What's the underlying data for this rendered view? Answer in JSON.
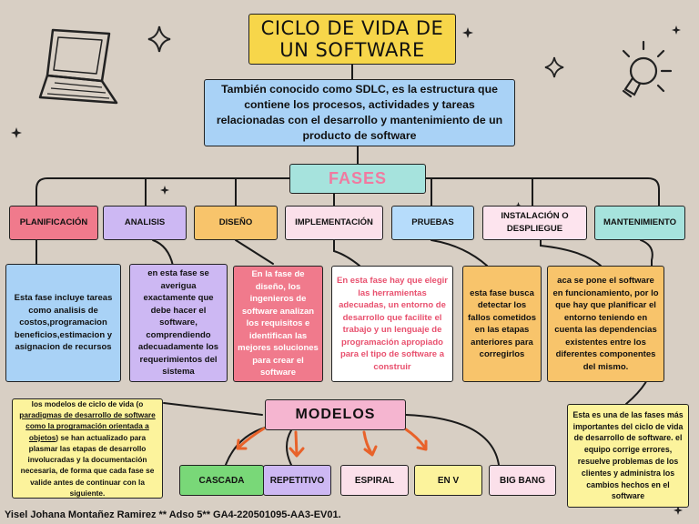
{
  "title": "CICLO DE VIDA DE UN SOFTWARE",
  "definition": "También conocido como SDLC, es la estructura que contiene los procesos, actividades y tareas relacionadas con el desarrollo y mantenimiento de un producto de software",
  "phases_label": "FASES",
  "phases": [
    {
      "name": "PLANIFICACIÓN",
      "color": "#f07a8c",
      "description": "Esta fase incluye tareas como analisis de costos,programacion beneficios,estimacion y asignacion de recursos"
    },
    {
      "name": "ANALISIS",
      "color": "#cdb8f3",
      "description": "en esta fase se averigua exactamente que debe hacer el software, comprendiendo adecuadamente los requerimientos del sistema"
    },
    {
      "name": "DISEÑO",
      "color": "#f8c46b",
      "description": "En la fase de diseño, los ingenieros de software analizan los requisitos e identifican las mejores soluciones para crear el software"
    },
    {
      "name": "IMPLEMENTACIÓN",
      "color": "#fbe0ea",
      "description": "En esta fase hay que elegir las herramientas adecuadas, un entorno de desarrollo que facilite el trabajo y un lenguaje de programación apropiado para el tipo de software a construir"
    },
    {
      "name": "PRUEBAS",
      "color": "#b6dcfb",
      "description": "esta fase busca detectar los fallos cometidos en las etapas anteriores para corregirlos"
    },
    {
      "name": "INSTALACIÓN O DESPLIEGUE",
      "color": "#fde4ee",
      "description": "aca se pone el software en funcionamiento, por lo que hay que planificar el entorno teniendo en cuenta las dependencias existentes entre los diferentes componentes del mismo."
    },
    {
      "name": "MANTENIMIENTO",
      "color": "#a6e3dd",
      "description": "Esta es una de las fases más importantes del ciclo de vida de desarrollo de software. el equipo corrige errores, resuelve problemas de los clientes y administra los cambios hechos en el software"
    }
  ],
  "models_label": "MODELOS",
  "models_note": {
    "part1": "los modelos de ciclo de vida (o ",
    "underlined": "paradigmas de desarrollo de software como la programación orientada a objetos",
    "part2": ") se han actualizado para plasmar las etapas de desarrollo involucradas y la documentación necesaria, de forma que cada fase se valide antes de continuar con la siguiente."
  },
  "models": [
    {
      "name": "CASCADA",
      "color": "#79d878"
    },
    {
      "name": "REPETITIVO",
      "color": "#cdb8f3"
    },
    {
      "name": "ESPIRAL",
      "color": "#fbe0ea"
    },
    {
      "name": "EN V",
      "color": "#fcf39c"
    },
    {
      "name": "BIG BANG",
      "color": "#fbe0ea"
    }
  ],
  "footer": "Yisel Johana Montañez Ramirez ** Adso 5** GA4-220501095-AA3-EV01.",
  "colors": {
    "background": "#d8cfc4",
    "title": "#f7d64a",
    "definition": "#a9d2f6",
    "fases_box": "#a6e3dd",
    "fases_text": "#f07aa0",
    "modelos_box": "#f5b5d0",
    "arrows": "#e8622a",
    "models_note": "#fcf39c"
  },
  "icons": [
    "laptop-icon",
    "lightbulb-icon",
    "sparkle-icon"
  ]
}
